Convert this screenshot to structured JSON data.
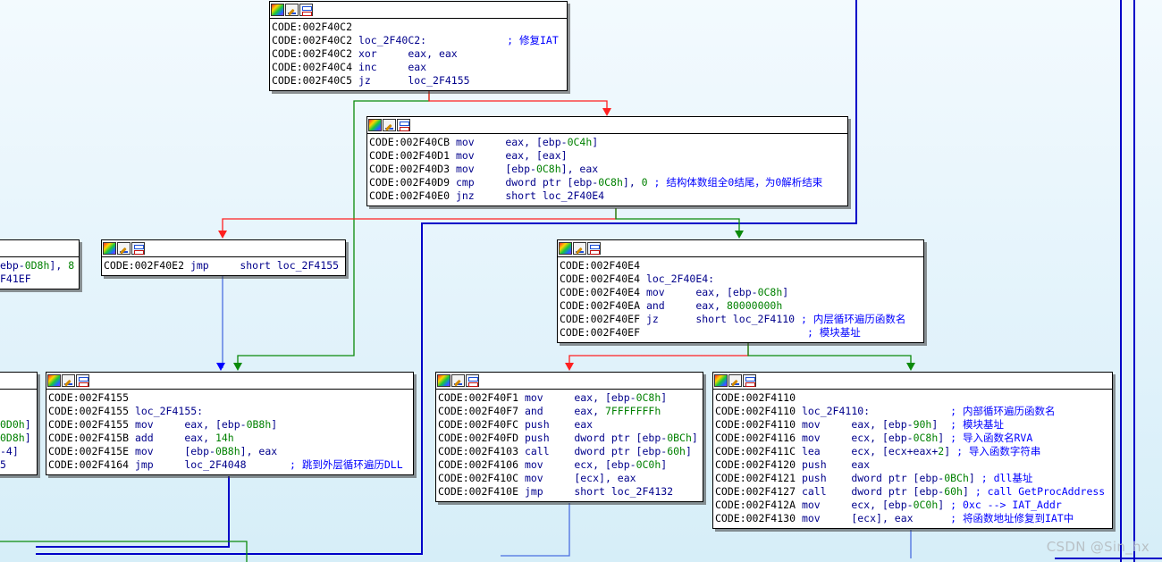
{
  "colors": {
    "edge_true": "#0a8a0a",
    "edge_false": "#ff2020",
    "edge_jump": "#0000c8",
    "edge_plain": "#4a6ee0",
    "comment": "#0000ff",
    "number": "#008000"
  },
  "header_icons": [
    "color-palette-icon",
    "rename-pencil-icon",
    "graph-view-icon"
  ],
  "nodes": [
    {
      "id": "n_2F40C2",
      "lines": [
        [
          {
            "t": "CODE:002F40C2",
            "c": "addr"
          }
        ],
        [
          {
            "t": "CODE:002F40C2 ",
            "c": "addr"
          },
          {
            "t": "loc_2F40C2:",
            "c": "lbl"
          },
          {
            "t": "             ",
            "c": "addr"
          },
          {
            "t": "; 修复IAT",
            "c": "cmt"
          }
        ],
        [
          {
            "t": "CODE:002F40C2 ",
            "c": "addr"
          },
          {
            "t": "xor     eax, eax",
            "c": "op"
          }
        ],
        [
          {
            "t": "CODE:002F40C4 ",
            "c": "addr"
          },
          {
            "t": "inc     eax",
            "c": "op"
          }
        ],
        [
          {
            "t": "CODE:002F40C5 ",
            "c": "addr"
          },
          {
            "t": "jz      loc_2F4155",
            "c": "op"
          }
        ]
      ]
    },
    {
      "id": "n_2F40CB",
      "lines": [
        [
          {
            "t": "CODE:002F40CB ",
            "c": "addr"
          },
          {
            "t": "mov     eax, [ebp-",
            "c": "op"
          },
          {
            "t": "0C4h",
            "c": "num"
          },
          {
            "t": "]",
            "c": "op"
          }
        ],
        [
          {
            "t": "CODE:002F40D1 ",
            "c": "addr"
          },
          {
            "t": "mov     eax, [eax]",
            "c": "op"
          }
        ],
        [
          {
            "t": "CODE:002F40D3 ",
            "c": "addr"
          },
          {
            "t": "mov     [ebp-",
            "c": "op"
          },
          {
            "t": "0C8h",
            "c": "num"
          },
          {
            "t": "], eax",
            "c": "op"
          }
        ],
        [
          {
            "t": "CODE:002F40D9 ",
            "c": "addr"
          },
          {
            "t": "cmp     dword ptr [ebp-",
            "c": "op"
          },
          {
            "t": "0C8h",
            "c": "num"
          },
          {
            "t": "], ",
            "c": "op"
          },
          {
            "t": "0",
            "c": "num"
          },
          {
            "t": " ",
            "c": "op"
          },
          {
            "t": "; 结构体数组全0结尾，为0解析结束",
            "c": "cmt"
          }
        ],
        [
          {
            "t": "CODE:002F40E0 ",
            "c": "addr"
          },
          {
            "t": "jnz     short loc_2F40E4",
            "c": "op"
          }
        ]
      ]
    },
    {
      "id": "n_2F40E2",
      "lines": [
        [
          {
            "t": "CODE:002F40E2 ",
            "c": "addr"
          },
          {
            "t": "jmp     short loc_2F4155",
            "c": "op"
          }
        ]
      ]
    },
    {
      "id": "n_partial_left",
      "lines": [
        [
          {
            "t": "ebp-",
            "c": "op"
          },
          {
            "t": "0D8h",
            "c": "num"
          },
          {
            "t": "], ",
            "c": "op"
          },
          {
            "t": "8",
            "c": "num"
          }
        ],
        [
          {
            "t": "F41EF",
            "c": "op"
          }
        ]
      ]
    },
    {
      "id": "n_2F40E4",
      "lines": [
        [
          {
            "t": "CODE:002F40E4",
            "c": "addr"
          }
        ],
        [
          {
            "t": "CODE:002F40E4 ",
            "c": "addr"
          },
          {
            "t": "loc_2F40E4:",
            "c": "lbl"
          }
        ],
        [
          {
            "t": "CODE:002F40E4 ",
            "c": "addr"
          },
          {
            "t": "mov     eax, [ebp-",
            "c": "op"
          },
          {
            "t": "0C8h",
            "c": "num"
          },
          {
            "t": "]",
            "c": "op"
          }
        ],
        [
          {
            "t": "CODE:002F40EA ",
            "c": "addr"
          },
          {
            "t": "and     eax, ",
            "c": "op"
          },
          {
            "t": "80000000h",
            "c": "num"
          }
        ],
        [
          {
            "t": "CODE:002F40EF ",
            "c": "addr"
          },
          {
            "t": "jz      short loc_2F4110 ",
            "c": "op"
          },
          {
            "t": "; 内层循环遍历函数名",
            "c": "cmt"
          }
        ],
        [
          {
            "t": "CODE:002F40EF ",
            "c": "addr"
          },
          {
            "t": "                          ",
            "c": "op"
          },
          {
            "t": "; 模块基址",
            "c": "cmt"
          }
        ]
      ]
    },
    {
      "id": "n_partial_left2",
      "lines": [
        [
          {
            "t": "",
            "c": "op"
          }
        ],
        [
          {
            "t": "",
            "c": "op"
          }
        ],
        [
          {
            "t": "0D0h",
            "c": "num"
          },
          {
            "t": "]",
            "c": "op"
          }
        ],
        [
          {
            "t": "0D8h",
            "c": "num"
          },
          {
            "t": "]",
            "c": "op"
          }
        ],
        [
          {
            "t": "-4]",
            "c": "op"
          }
        ],
        [
          {
            "t": "5",
            "c": "op"
          }
        ]
      ]
    },
    {
      "id": "n_2F4155",
      "lines": [
        [
          {
            "t": "CODE:002F4155",
            "c": "addr"
          }
        ],
        [
          {
            "t": "CODE:002F4155 ",
            "c": "addr"
          },
          {
            "t": "loc_2F4155:",
            "c": "lbl"
          }
        ],
        [
          {
            "t": "CODE:002F4155 ",
            "c": "addr"
          },
          {
            "t": "mov     eax, [ebp-",
            "c": "op"
          },
          {
            "t": "0B8h",
            "c": "num"
          },
          {
            "t": "]",
            "c": "op"
          }
        ],
        [
          {
            "t": "CODE:002F415B ",
            "c": "addr"
          },
          {
            "t": "add     eax, ",
            "c": "op"
          },
          {
            "t": "14h",
            "c": "num"
          }
        ],
        [
          {
            "t": "CODE:002F415E ",
            "c": "addr"
          },
          {
            "t": "mov     [ebp-",
            "c": "op"
          },
          {
            "t": "0B8h",
            "c": "num"
          },
          {
            "t": "], eax",
            "c": "op"
          }
        ],
        [
          {
            "t": "CODE:002F4164 ",
            "c": "addr"
          },
          {
            "t": "jmp     loc_2F4048       ",
            "c": "op"
          },
          {
            "t": "; 跳到外层循环遍历DLL",
            "c": "cmt"
          }
        ]
      ]
    },
    {
      "id": "n_2F40F1",
      "lines": [
        [
          {
            "t": "CODE:002F40F1 ",
            "c": "addr"
          },
          {
            "t": "mov     eax, [ebp-",
            "c": "op"
          },
          {
            "t": "0C8h",
            "c": "num"
          },
          {
            "t": "]",
            "c": "op"
          }
        ],
        [
          {
            "t": "CODE:002F40F7 ",
            "c": "addr"
          },
          {
            "t": "and     eax, ",
            "c": "op"
          },
          {
            "t": "7FFFFFFFh",
            "c": "num"
          }
        ],
        [
          {
            "t": "CODE:002F40FC ",
            "c": "addr"
          },
          {
            "t": "push    eax",
            "c": "op"
          }
        ],
        [
          {
            "t": "CODE:002F40FD ",
            "c": "addr"
          },
          {
            "t": "push    dword ptr [ebp-",
            "c": "op"
          },
          {
            "t": "0BCh",
            "c": "num"
          },
          {
            "t": "]",
            "c": "op"
          }
        ],
        [
          {
            "t": "CODE:002F4103 ",
            "c": "addr"
          },
          {
            "t": "call    dword ptr [ebp-",
            "c": "op"
          },
          {
            "t": "60h",
            "c": "num"
          },
          {
            "t": "]",
            "c": "op"
          }
        ],
        [
          {
            "t": "CODE:002F4106 ",
            "c": "addr"
          },
          {
            "t": "mov     ecx, [ebp-",
            "c": "op"
          },
          {
            "t": "0C0h",
            "c": "num"
          },
          {
            "t": "]",
            "c": "op"
          }
        ],
        [
          {
            "t": "CODE:002F410C ",
            "c": "addr"
          },
          {
            "t": "mov     [ecx], eax",
            "c": "op"
          }
        ],
        [
          {
            "t": "CODE:002F410E ",
            "c": "addr"
          },
          {
            "t": "jmp     short loc_2F4132",
            "c": "op"
          }
        ]
      ]
    },
    {
      "id": "n_2F4110",
      "lines": [
        [
          {
            "t": "CODE:002F4110",
            "c": "addr"
          }
        ],
        [
          {
            "t": "CODE:002F4110 ",
            "c": "addr"
          },
          {
            "t": "loc_2F4110:",
            "c": "lbl"
          },
          {
            "t": "             ",
            "c": "addr"
          },
          {
            "t": "; 内部循环遍历函数名",
            "c": "cmt"
          }
        ],
        [
          {
            "t": "CODE:002F4110 ",
            "c": "addr"
          },
          {
            "t": "mov     eax, [ebp-",
            "c": "op"
          },
          {
            "t": "90h",
            "c": "num"
          },
          {
            "t": "]  ",
            "c": "op"
          },
          {
            "t": "; 模块基址",
            "c": "cmt"
          }
        ],
        [
          {
            "t": "CODE:002F4116 ",
            "c": "addr"
          },
          {
            "t": "mov     ecx, [ebp-",
            "c": "op"
          },
          {
            "t": "0C8h",
            "c": "num"
          },
          {
            "t": "] ",
            "c": "op"
          },
          {
            "t": "; 导入函数名RVA",
            "c": "cmt"
          }
        ],
        [
          {
            "t": "CODE:002F411C ",
            "c": "addr"
          },
          {
            "t": "lea     ecx, [ecx+eax+",
            "c": "op"
          },
          {
            "t": "2",
            "c": "num"
          },
          {
            "t": "] ",
            "c": "op"
          },
          {
            "t": "; 导入函数字符串",
            "c": "cmt"
          }
        ],
        [
          {
            "t": "CODE:002F4120 ",
            "c": "addr"
          },
          {
            "t": "push    eax",
            "c": "op"
          }
        ],
        [
          {
            "t": "CODE:002F4121 ",
            "c": "addr"
          },
          {
            "t": "push    dword ptr [ebp-",
            "c": "op"
          },
          {
            "t": "0BCh",
            "c": "num"
          },
          {
            "t": "] ",
            "c": "op"
          },
          {
            "t": "; dll基址",
            "c": "cmt"
          }
        ],
        [
          {
            "t": "CODE:002F4127 ",
            "c": "addr"
          },
          {
            "t": "call    dword ptr [ebp-",
            "c": "op"
          },
          {
            "t": "60h",
            "c": "num"
          },
          {
            "t": "] ",
            "c": "op"
          },
          {
            "t": "; call GetProcAddress",
            "c": "cmt"
          }
        ],
        [
          {
            "t": "CODE:002F412A ",
            "c": "addr"
          },
          {
            "t": "mov     ecx, [ebp-",
            "c": "op"
          },
          {
            "t": "0C0h",
            "c": "num"
          },
          {
            "t": "] ",
            "c": "op"
          },
          {
            "t": "; 0xc --> IAT_Addr",
            "c": "cmt"
          }
        ],
        [
          {
            "t": "CODE:002F4130 ",
            "c": "addr"
          },
          {
            "t": "mov     [ecx], eax      ",
            "c": "op"
          },
          {
            "t": "; 将函数地址修复到IAT中",
            "c": "cmt"
          }
        ]
      ]
    }
  ],
  "watermark": "CSDN @Sin_hx"
}
